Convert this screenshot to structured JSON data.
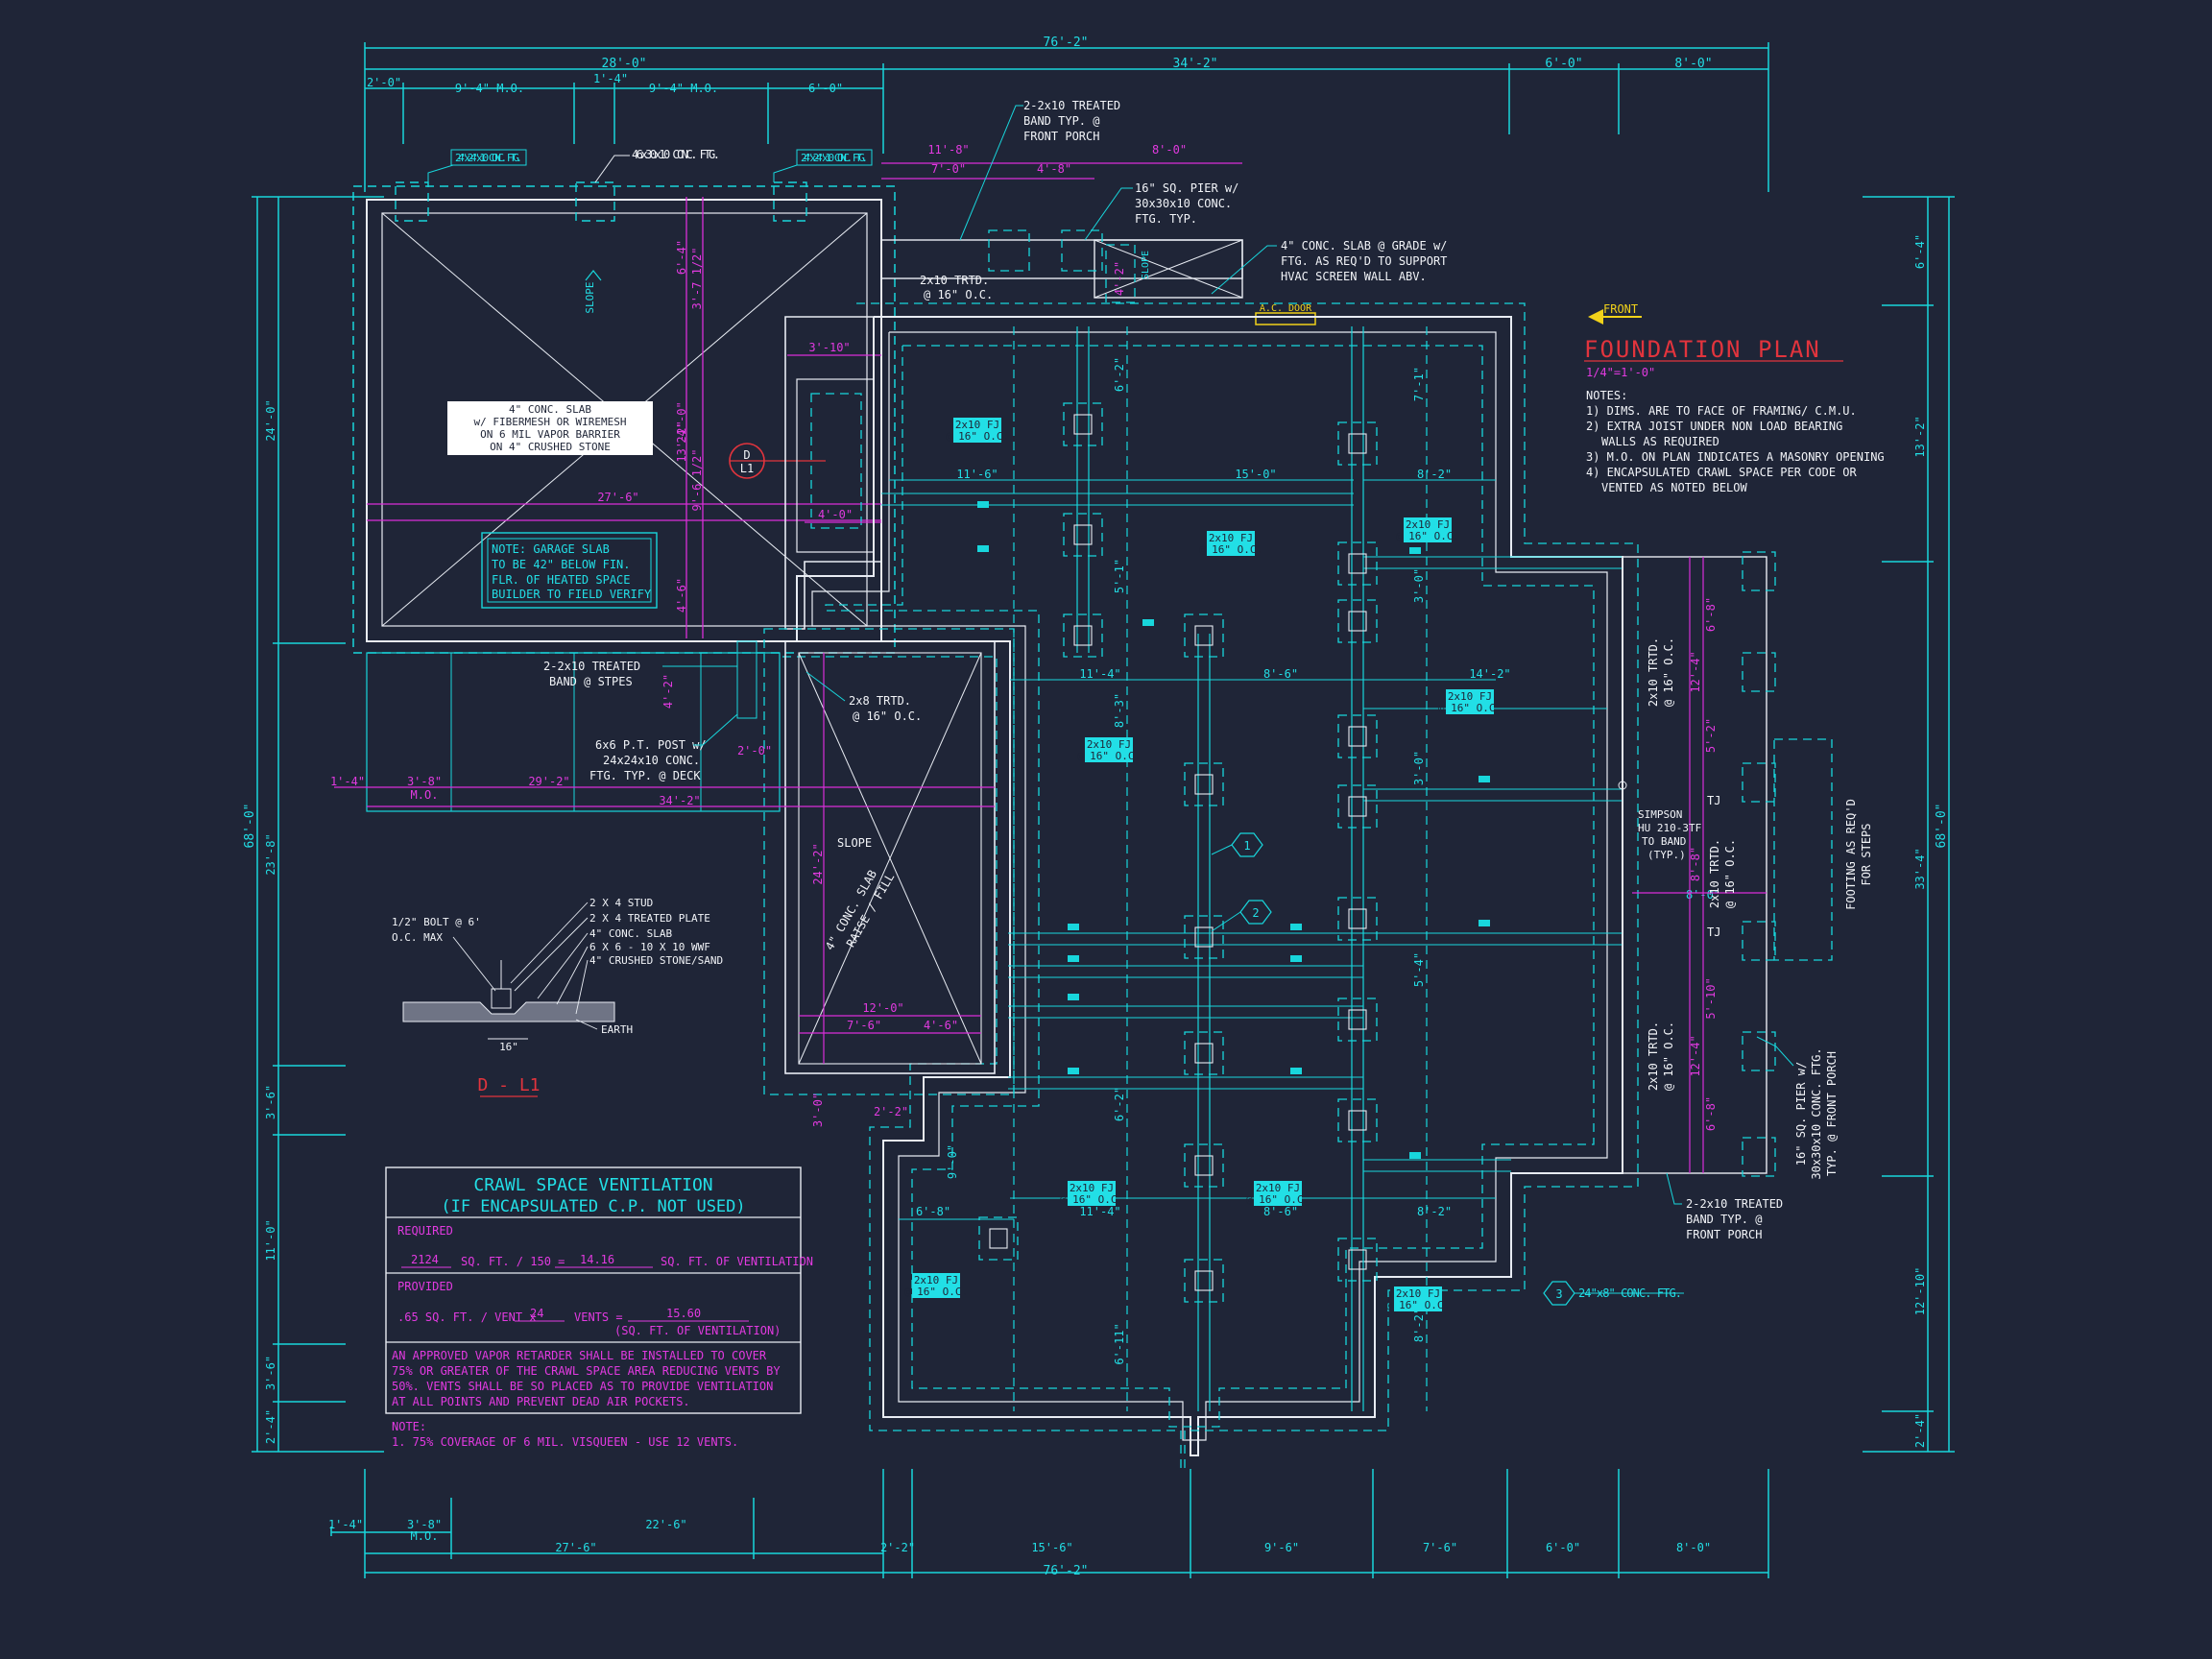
{
  "colors": {
    "background": "#1f2537",
    "cyan": "#18d6dc",
    "magenta": "#d92fd8",
    "white": "#e8ecf3",
    "red": "#e2343d",
    "yellow": "#f1d21a"
  },
  "dims": {
    "top_overall": "76'-2\"",
    "top_left": "28'-0\"",
    "top_right": "34'-2\"",
    "top_r1": "6'-0\"",
    "top_r2": "8'-0\"",
    "top_a": "2'-0\"",
    "top_b": "9'-4\" M.O.",
    "top_c": "1'-4\"",
    "top_d": "9'-4\" M.O.",
    "top_e": "6'-0\"",
    "porch_a": "11'-8\"",
    "porch_b": "8'-0\"",
    "porch_c": "7'-0\"",
    "porch_d": "4'-8\"",
    "bot_overall": "76'-2\"",
    "bot_a": "1'-4\"",
    "bot_b": "3'-8\"",
    "bot_b2": "M.O.",
    "bot_c": "27'-6\"",
    "bot_d": "22'-6\"",
    "bot_e": "2'-2\"",
    "bot_f": "15'-6\"",
    "bot_g": "9'-6\"",
    "bot_h": "7'-6\"",
    "bot_i": "6'-0\"",
    "bot_j": "8'-0\"",
    "left_overall": "68'-0\"",
    "left_a": "24'-0\"",
    "left_b": "23'-8\"",
    "left_c": "3'-6\"",
    "left_d": "11'-0\"",
    "left_e": "3'-6\"",
    "left_f": "2'-4\"",
    "right_overall": "68'-0\"",
    "right_a": "6'-4\"",
    "right_b": "13'-2\"",
    "right_c": "33'-4\"",
    "right_d": "12'-10\"",
    "right_e": "2'-4\"",
    "garage_w": "27'-6\"",
    "deck_a": "1'-4\"",
    "deck_b": "3'-8\"",
    "deck_b2": "M.O.",
    "deck_c": "29'-2\"",
    "deck_total": "34'-2\"",
    "g_v1": "6'-4\"",
    "g_v2": "3'-7 1/2\"",
    "g_v3": "24'-0\"",
    "g_v4": "13'-2\"",
    "g_v5": "9'-6 1/2\"",
    "g_v6": "4'-6\"",
    "g_v7": "4'-2\"",
    "g_h1": "3'-10\"",
    "g_h2": "4'-0\"",
    "g_h3": "2'-0\"",
    "c_11_6": "11'-6\"",
    "c_15_0": "15'-0\"",
    "c_8_2a": "8'-2\"",
    "c_11_4a": "11'-4\"",
    "c_8_6a": "8'-6\"",
    "c_14_2": "14'-2\"",
    "c_11_4b": "11'-4\"",
    "c_8_6b": "8'-6\"",
    "c_8_2b": "8'-2\"",
    "c_6_8": "6'-8\"",
    "c_8_0": "8'-0\"",
    "v_6_2": "6'-2\"",
    "v_5_1": "5'-1\"",
    "v_8_3": "8'-3\"",
    "v_6_2b": "6'-2\"",
    "v_6_11": "6'-11\"",
    "v_7_1": "7'-1\"",
    "v_3_0": "3'-0\"",
    "v_5_4": "5'-4\"",
    "v_8_2": "8'-2\"",
    "v_9_0": "9'-0\"",
    "v_3_0b": "3'-0\"",
    "sl_24": "24'-2\"",
    "sl_12": "12'-0\"",
    "sl_7": "7'-6\"",
    "sl_4": "4'-6\"",
    "sl_2": "2'-2\"",
    "sl_3": "3'-0\"",
    "rp_6_8": "6'-8\"",
    "rp_12_4": "12'-4\"",
    "rp_5_2": "5'-2\"",
    "rp_8_8": "8'-8\"",
    "rp_5_10": "5'-10\"",
    "rp_12_4b": "12'-4\"",
    "rp_6_8b": "6'-8\""
  },
  "labels": {
    "footing_l": "24\"x24\"x10 CONC. FTG.",
    "footing_c": "46x30x10 CONC. FTG.",
    "footing_r": "24\"x24\"x10 CONC. FTG.",
    "band_top_1": "2-2x10 TREATED",
    "band_top_2": "BAND TYP. @",
    "band_top_3": "FRONT PORCH",
    "pier_1": "16\" SQ. PIER w/",
    "pier_2": "30x30x10 CONC.",
    "pier_3": "FTG. TYP.",
    "slab_hvac_1": "4\" CONC. SLAB @ GRADE w/",
    "slab_hvac_2": "FTG. AS REQ'D TO SUPPORT",
    "slab_hvac_3": "HVAC SCREEN WALL ABV.",
    "trtd_1": "2x10 TRTD.",
    "trtd_2": "@ 16\" O.C.",
    "slope": "SLOPE",
    "crawl_door": "A.C. DOOR",
    "front": "FRONT",
    "plan_title": "FOUNDATION PLAN",
    "plan_scale": "1/4\"=1'-0\"",
    "notes_head": "NOTES:",
    "note_1": "1) DIMS. ARE TO FACE OF FRAMING/ C.M.U.",
    "note_2": "2) EXTRA JOIST UNDER NON LOAD BEARING",
    "note_2b": "WALLS AS REQUIRED",
    "note_3": "3) M.O. ON PLAN INDICATES A MASONRY OPENING",
    "note_4": "4) ENCAPSULATED CRAWL SPACE PER CODE OR",
    "note_4b": "VENTED AS NOTED BELOW",
    "slab_1": "4\" CONC. SLAB",
    "slab_2": "w/ FIBERMESH OR WIREMESH",
    "slab_3": "ON 6 MIL VAPOR BARRIER",
    "slab_4": "ON 4\" CRUSHED STONE",
    "gnote_1": "NOTE: GARAGE SLAB",
    "gnote_2": "TO BE 42\" BELOW FIN.",
    "gnote_3": "FLR. OF HEATED SPACE",
    "gnote_4": "BUILDER TO FIELD VERIFY",
    "d_top": "D",
    "d_bot": "L1",
    "band_st_1": "2-2x10 TREATED",
    "band_st_2": "BAND @ STPES",
    "post_1": "6x6 P.T. POST w/",
    "post_2": "24x24x10 CONC.",
    "post_3": "FTG. TYP. @ DECK",
    "trtd8_1": "2x8 TRTD.",
    "trtd8_2": "@ 16\" O.C.",
    "sslab_1": "4\" CONC. SLAB",
    "sslab_2": "RAISE / FILL",
    "fp_a": "2x10 FJ",
    "fp_b": "@ 16\" O.C.",
    "simpson_1": "SIMPSON",
    "simpson_2": "HU 210-3TF",
    "simpson_3": "TO BAND",
    "simpson_4": "(TYP.)",
    "tj": "TJ",
    "rtrtd_1": "2x10 TRTD.",
    "rtrtd_2": "@ 16\" O.C.",
    "steps_1": "FOOTING AS REQ'D",
    "steps_2": "FOR STEPS",
    "rpier_1": "16\" SQ. PIER w/",
    "rpier_2": "30x30x10 CONC. FTG.",
    "rpier_3": "TYP. @ FRONT PORCH",
    "rband_1": "2-2x10 TREATED",
    "rband_2": "BAND TYP. @",
    "rband_3": "FRONT PORCH",
    "ftg3": "24\"x8\" CONC. FTG.",
    "tag1": "1",
    "tag2": "2",
    "tag3": "3",
    "det_1": "2 X 4 STUD",
    "det_2": "2 X 4 TREATED PLATE",
    "det_3": "4\" CONC. SLAB",
    "det_4": "6 X 6 - 10 X 10 WWF",
    "det_5": "4\" CRUSHED STONE/SAND",
    "det_bolt_1": "1/2\" BOLT @ 6'",
    "det_bolt_2": "O.C. MAX",
    "det_earth": "EARTH",
    "det_16": "16\"",
    "det_title": "D - L1"
  },
  "ventilation": {
    "title_1": "CRAWL SPACE VENTILATION",
    "title_2": "(IF ENCAPSULATED C.P. NOT USED)",
    "required": "REQUIRED",
    "req_val": "2124",
    "req_mid": "SQ. FT. / 150 =",
    "req_res": "14.16",
    "req_end": "SQ. FT. OF VENTILATION",
    "provided": "PROVIDED",
    "prov_a": ".65 SQ. FT. / VENT x",
    "prov_b": "24",
    "prov_c": "VENTS =",
    "prov_d": "15.60",
    "prov_e": "(SQ. FT. OF VENTILATION)",
    "para_1": "AN APPROVED VAPOR RETARDER SHALL BE INSTALLED TO COVER",
    "para_2": "75% OR GREATER OF THE CRAWL SPACE AREA REDUCING VENTS BY",
    "para_3": "50%. VENTS SHALL BE SO PLACED AS TO PROVIDE VENTILATION",
    "para_4": "AT ALL POINTS AND PREVENT DEAD AIR POCKETS.",
    "note_h": "NOTE:",
    "note_1": "1.  75% COVERAGE OF 6 MIL. VISQUEEN - USE 12 VENTS."
  }
}
